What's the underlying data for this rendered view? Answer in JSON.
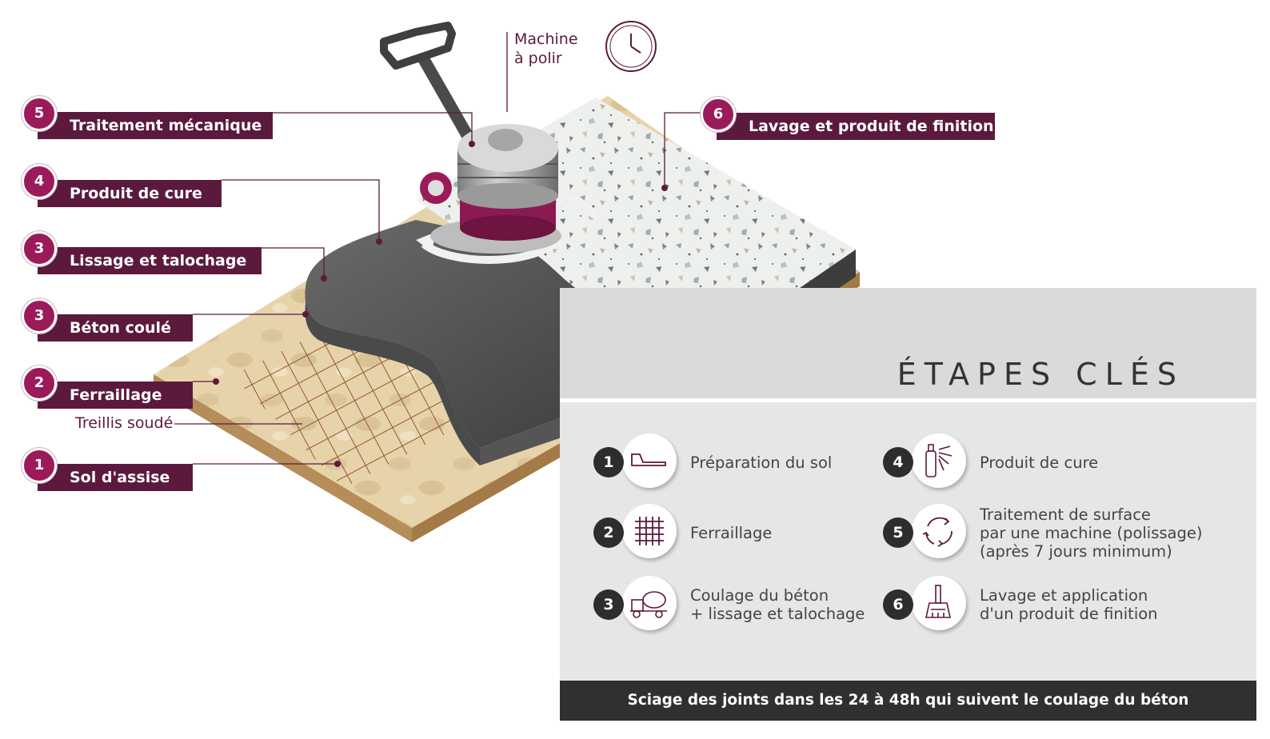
{
  "callouts": [
    {
      "num": "5",
      "label": "Traitement mécanique"
    },
    {
      "num": "4",
      "label": "Produit de cure"
    },
    {
      "num": "3",
      "label": "Lissage et talochage"
    },
    {
      "num": "3",
      "label": "Béton coulé"
    },
    {
      "num": "2",
      "label": "Ferraillage"
    },
    {
      "num": "1",
      "label": "Sol d'assise"
    },
    {
      "num": "6",
      "label": "Lavage et produit de finition"
    }
  ],
  "treillis_label": "Treillis soudé",
  "machine_label": {
    "line1": "Machine",
    "line2": "à polir",
    "icon": "clock-icon"
  },
  "panel": {
    "title": "ÉTAPES CLÉS",
    "steps": [
      {
        "num": "1",
        "text": "Préparation du sol",
        "icon": "ground-icon"
      },
      {
        "num": "2",
        "text": "Ferraillage",
        "icon": "grid-icon"
      },
      {
        "num": "3",
        "text": "Coulage du béton\n+ lissage et talochage",
        "icon": "concrete-mixer-icon"
      },
      {
        "num": "4",
        "text": "Produit de cure",
        "icon": "spray-bottle-icon"
      },
      {
        "num": "5",
        "text": "Traitement de surface\npar une machine (polissage)\n(après 7 jours minimum)",
        "icon": "cycle-arrows-icon"
      },
      {
        "num": "6",
        "text": "Lavage et application\nd'un produit de finition",
        "icon": "broom-icon"
      }
    ],
    "footer": "Sciage des joints dans les 24 à 48h qui suivent le coulage du béton"
  },
  "colors": {
    "brand": "#5b1a3d",
    "accent": "#9b1b5a",
    "panel": "#e6e6e6",
    "footer": "#303030"
  }
}
